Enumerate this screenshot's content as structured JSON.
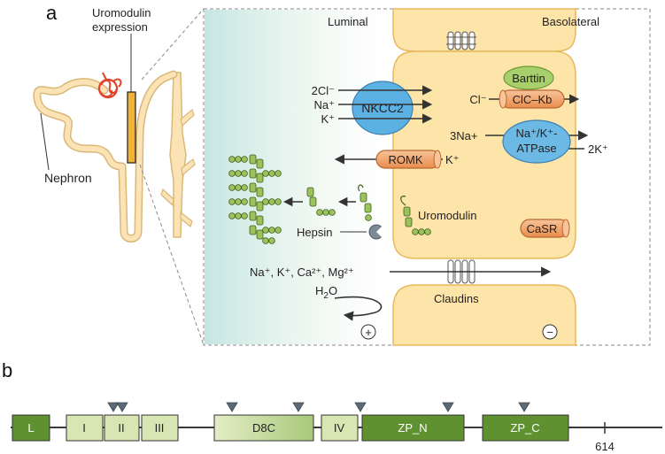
{
  "panel_a": {
    "letter": "a",
    "uromodulin_expression": [
      "Uromodulin",
      "expression"
    ],
    "nephron_label": "Nephron",
    "luminal_label": "Luminal",
    "basolateral_label": "Basolateral",
    "nkcc2": {
      "name": "NKCC2",
      "ions": [
        "2Cl⁻",
        "Na⁺",
        "K⁺"
      ]
    },
    "barttin": "Barttin",
    "clc_kb": {
      "name": "ClC–Kb",
      "ion": "Cl⁻"
    },
    "atpase": {
      "line1": "Na⁺/K⁺-",
      "line2": "ATPase",
      "left_ion": "3Na+",
      "right_ion": "2K⁺"
    },
    "romk": {
      "name": "ROMK",
      "ion": "K⁺"
    },
    "uromodulin_label": "Uromodulin",
    "hepsin_label": "Hepsin",
    "casr_label": "CaSR",
    "paracellular_ions": "Na⁺, K⁺, Ca²⁺, Mg²⁺",
    "water_label": {
      "base": "H",
      "sub": "2",
      "tail": "O"
    },
    "claudins_label": "Claudins",
    "plus_sign": "+",
    "minus_sign": "−"
  },
  "panel_b": {
    "letter": "b",
    "domains": [
      "L",
      "I",
      "II",
      "III",
      "D8C",
      "IV",
      "ZP_N",
      "ZP_C"
    ],
    "end_residue": "614"
  },
  "colors": {
    "cell": "#fde4a8",
    "cell_border": "#e8b85a",
    "lumen_gradient_start": "#bfe3df",
    "nkcc2": "#5cb1e3",
    "barttin": "#a7cf6b",
    "clc_kb": "#f4a873",
    "atpase": "#6cb9e6",
    "romk": "#f4a873",
    "casr": "#f4a873",
    "uromodulin_green": "#9cc25b",
    "domain_dark": "#5f9130",
    "domain_light": "#d8e6b4",
    "domain_mid": "#b7d08a",
    "glycosylation": "#5d6b78",
    "nephron_tube": "#fbe3b6",
    "expression_bar": "#f2b233",
    "glomerulus": "#e0452b"
  }
}
